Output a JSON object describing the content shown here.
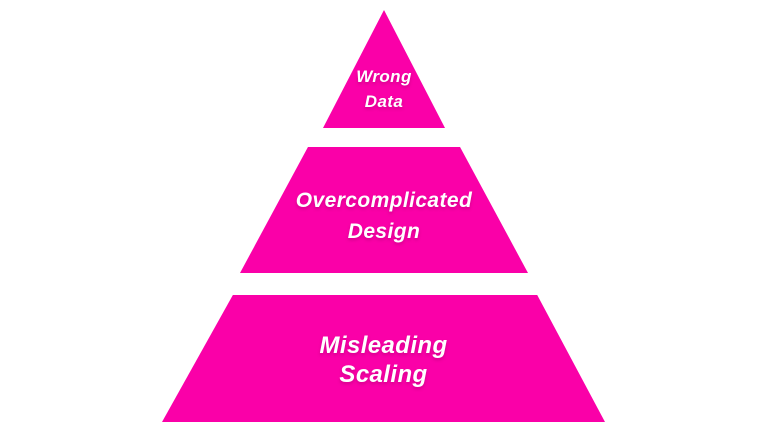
{
  "page": {
    "background_color": "#ffffff"
  },
  "diagram": {
    "type": "pyramid",
    "accent_color": "#fa00a8",
    "text_color": "#ffffff",
    "tiers": [
      {
        "id": "top",
        "label": "Wrong Data",
        "line1": "Wrong",
        "line2": "Data"
      },
      {
        "id": "middle",
        "label": "Overcomplicated Design",
        "line1": "Overcomplicated",
        "line2": "Design"
      },
      {
        "id": "bottom",
        "label": "Misleading Scaling",
        "line1": "Misleading",
        "line2": "Scaling"
      }
    ]
  }
}
